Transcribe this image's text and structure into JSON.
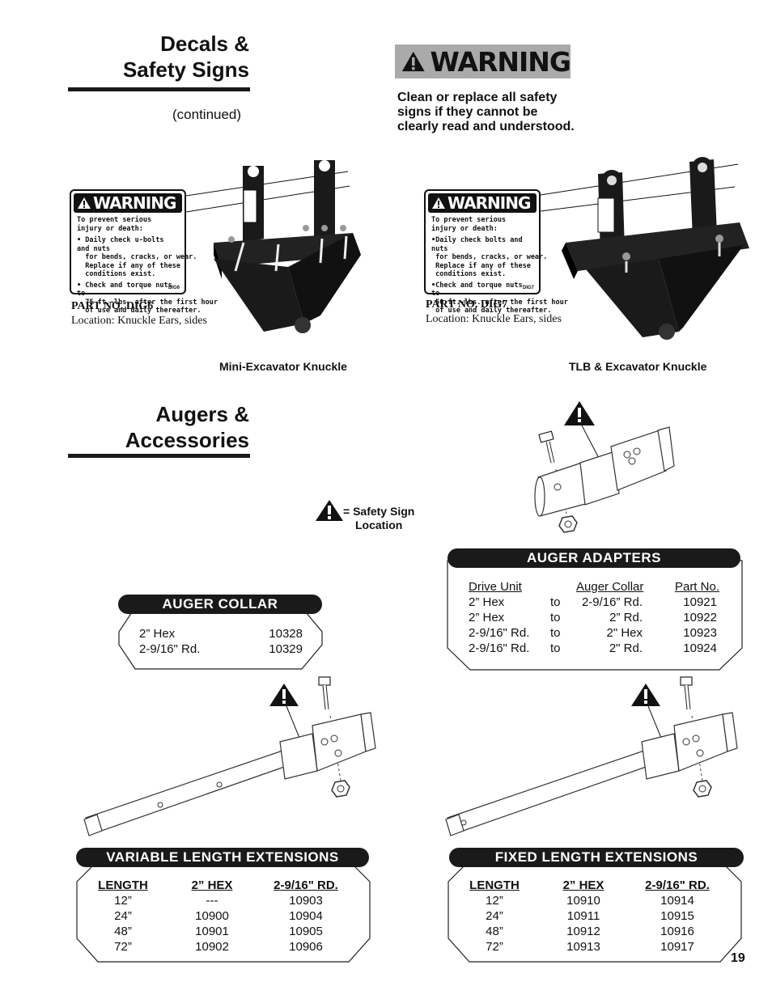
{
  "decals": {
    "title_line1": "Decals &",
    "title_line2": "Safety Signs",
    "continued": "(continued)"
  },
  "warning_banner": {
    "label": "WARNING",
    "message_line1": "Clean or replace all safety",
    "message_line2": "signs if they cannot be",
    "message_line3": "clearly read and understood."
  },
  "decal_dig6": {
    "header": "WARNING",
    "lines": [
      "To prevent serious injury or death:",
      "• Daily check u-bolts and nuts",
      "  for bends, cracks, or wear.",
      "  Replace if any of these",
      "  conditions exist.",
      "• Check and torque nuts to",
      "  75 ft.-lbs. after the first hour",
      "  of use and daily thereafter."
    ],
    "code": "DIG6",
    "part_no": "PART NO. DIG6",
    "location": "Location:  Knuckle Ears, sides",
    "caption": "Mini-Excavator Knuckle"
  },
  "decal_dig7": {
    "header": "WARNING",
    "lines": [
      "To prevent serious injury or death:",
      "•Daily check bolts and nuts",
      " for bends, cracks, or wear.",
      " Replace if any of these",
      " conditions exist.",
      "•Check and torque nuts to",
      " 50 ft.-lbs. after the first hour",
      " of use and daily thereafter."
    ],
    "code": "DIG7",
    "part_no": "PART NO. DIG7",
    "location": "Location:  Knuckle Ears, sides",
    "caption": "TLB & Excavator Knuckle"
  },
  "augers": {
    "title_line1": "Augers &",
    "title_line2": "Accessories"
  },
  "legend": {
    "line1": "= Safety Sign",
    "line2": "Location"
  },
  "auger_adapters": {
    "title": "AUGER ADAPTERS",
    "headers": [
      "Drive Unit",
      "Auger Collar",
      "Part No."
    ],
    "rows": [
      [
        "2” Hex",
        "to",
        "2-9/16” Rd.",
        "10921"
      ],
      [
        "2” Hex",
        "to",
        "2” Rd.",
        "10922"
      ],
      [
        "2-9/16\" Rd.",
        "to",
        "2\" Hex",
        "10923"
      ],
      [
        "2-9/16\" Rd.",
        "to",
        "2\" Rd.",
        "10924"
      ]
    ]
  },
  "auger_collar": {
    "title": "AUGER COLLAR",
    "rows": [
      [
        "2” Hex",
        "10328"
      ],
      [
        "2-9/16\" Rd.",
        "10329"
      ]
    ]
  },
  "variable_ext": {
    "title": "VARIABLE LENGTH EXTENSIONS",
    "headers": [
      "LENGTH",
      "2” HEX",
      "2-9/16\" RD."
    ],
    "rows": [
      [
        "12”",
        "---",
        "10903"
      ],
      [
        "24”",
        "10900",
        "10904"
      ],
      [
        "48”",
        "10901",
        "10905"
      ],
      [
        "72”",
        "10902",
        "10906"
      ]
    ]
  },
  "fixed_ext": {
    "title": "FIXED LENGTH EXTENSIONS",
    "headers": [
      "LENGTH",
      "2” HEX",
      "2-9/16\" RD."
    ],
    "rows": [
      [
        "12”",
        "10910",
        "10914"
      ],
      [
        "24”",
        "10911",
        "10915"
      ],
      [
        "48”",
        "10912",
        "10916"
      ],
      [
        "72”",
        "10913",
        "10917"
      ]
    ]
  },
  "page_number": "19"
}
